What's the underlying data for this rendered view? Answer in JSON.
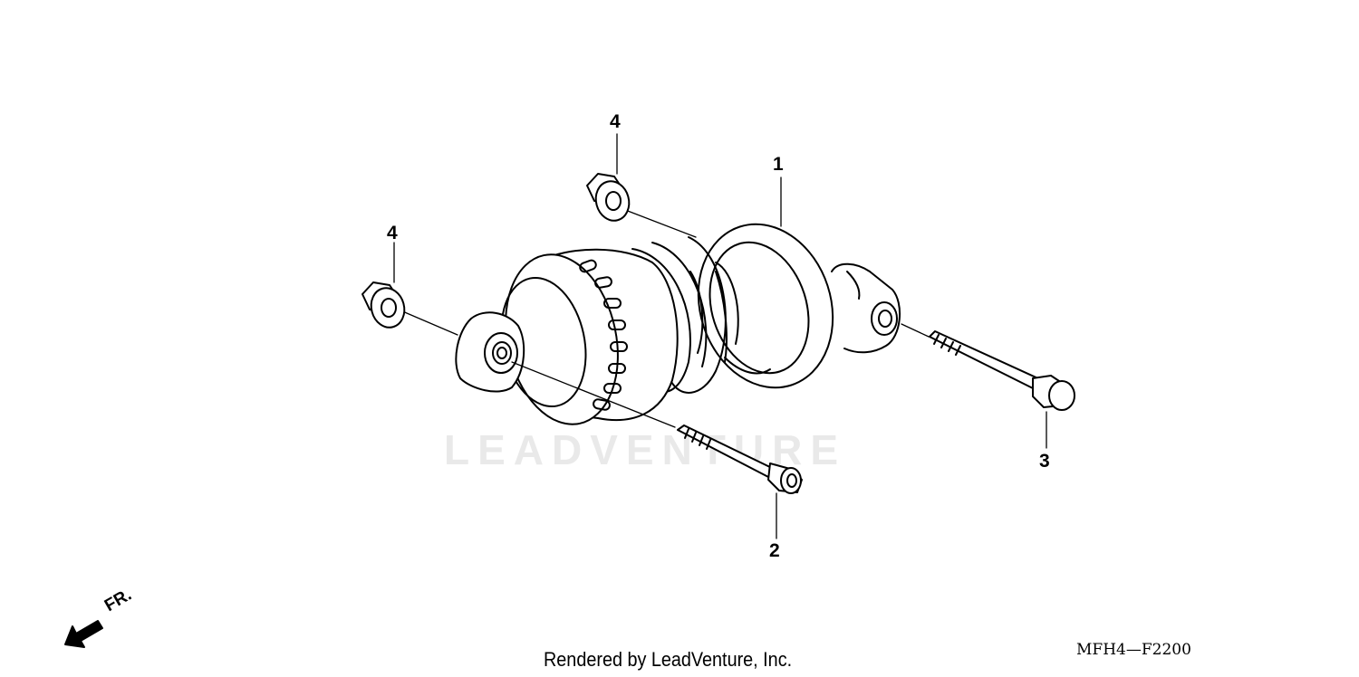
{
  "diagram": {
    "callouts": {
      "part1": "1",
      "part2": "2",
      "part3": "3",
      "part4_top": "4",
      "part4_left": "4"
    },
    "watermark": "LEADVENTURE",
    "direction_label": "FR.",
    "credit": "Rendered by LeadVenture, Inc.",
    "diagram_code": "MFH4—F2200"
  }
}
